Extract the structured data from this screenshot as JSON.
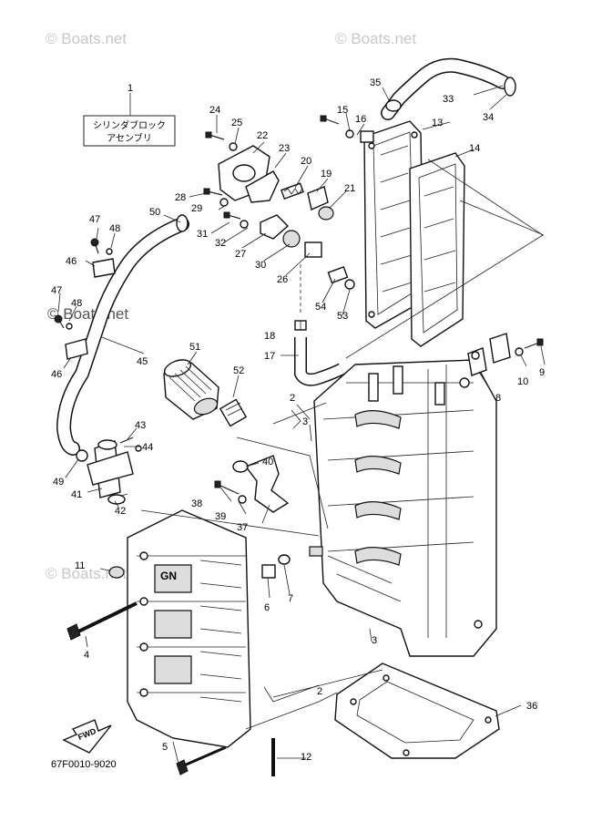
{
  "diagram": {
    "code": "67F0010-9020",
    "watermark": "© Boats.net",
    "watermark_main": "© Boats.net",
    "label_box": {
      "line1": "シリンダブロック",
      "line2": "アセンブリ"
    },
    "fwd_label": "FWD",
    "callouts": [
      "1",
      "2",
      "2",
      "3",
      "3",
      "4",
      "5",
      "6",
      "7",
      "8",
      "9",
      "10",
      "11",
      "12",
      "13",
      "14",
      "15",
      "16",
      "17",
      "18",
      "19",
      "20",
      "21",
      "22",
      "23",
      "24",
      "25",
      "26",
      "27",
      "28",
      "29",
      "30",
      "31",
      "32",
      "33",
      "34",
      "35",
      "36",
      "37",
      "38",
      "39",
      "40",
      "41",
      "42",
      "43",
      "44",
      "45",
      "46",
      "46",
      "47",
      "47",
      "48",
      "48",
      "49",
      "50",
      "51",
      "52",
      "53",
      "54"
    ]
  }
}
